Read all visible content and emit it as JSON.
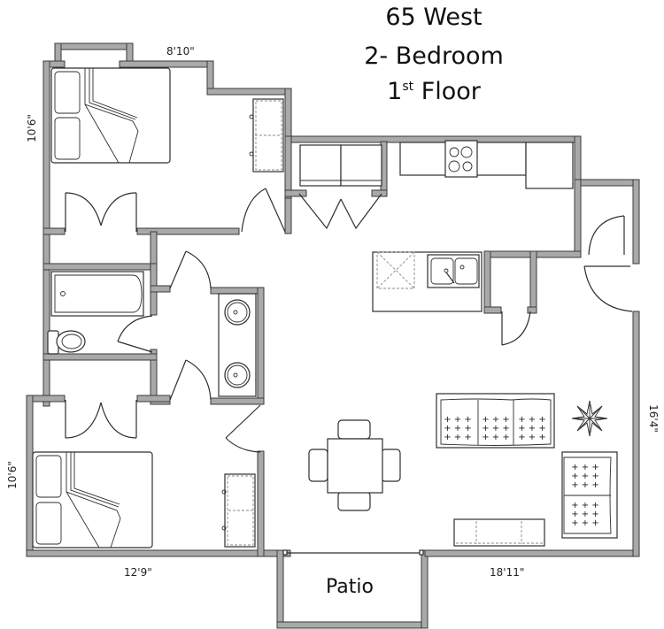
{
  "title": {
    "line1": "65 West",
    "line2": "2- Bedroom",
    "line3_number": "1",
    "line3_superscript": "st",
    "line3_text": " Floor"
  },
  "dimensions": {
    "bedroom1_width": "8'10\"",
    "bedroom1_depth": "10'6\"",
    "bedroom2_width": "12'9\"",
    "bedroom2_depth": "10'6\"",
    "living_width": "18'11\"",
    "living_depth": "16'4\""
  },
  "labels": {
    "patio": "Patio"
  },
  "rooms": [
    {
      "name": "Bedroom 1",
      "features": [
        "bed",
        "dresser",
        "closet-double-doors",
        "entry-door"
      ]
    },
    {
      "name": "Bathroom",
      "features": [
        "bathtub",
        "toilet",
        "double-vanity"
      ]
    },
    {
      "name": "Bedroom 2",
      "features": [
        "bed",
        "dresser",
        "closet-double-doors",
        "entry-door"
      ]
    },
    {
      "name": "Kitchen",
      "features": [
        "range",
        "refrigerator",
        "island-sink",
        "dishwasher",
        "pantry"
      ]
    },
    {
      "name": "Laundry",
      "features": [
        "washer",
        "dryer",
        "bifold-doors"
      ]
    },
    {
      "name": "Living/Dining",
      "features": [
        "dining-table",
        "4-chairs",
        "sofa",
        "loveseat",
        "media-console",
        "plant"
      ]
    },
    {
      "name": "Patio",
      "features": []
    }
  ],
  "colors": {
    "wall_fill": "#a9a9a9",
    "wall_stroke": "#3a3a3a",
    "line": "#2e2e2e",
    "background": "#ffffff"
  }
}
